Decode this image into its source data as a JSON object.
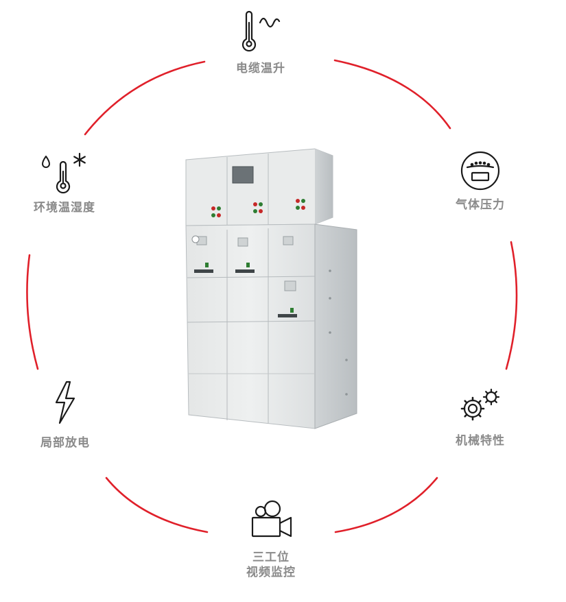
{
  "diagram": {
    "accent_color": "#e0202a",
    "product": "gas-insulated switchgear cabinet",
    "nodes": [
      {
        "id": "cable",
        "label": "电缆温升",
        "icon": "thermometer-wave-icon"
      },
      {
        "id": "gas",
        "label": "气体压力",
        "icon": "pressure-gauge-icon"
      },
      {
        "id": "mech",
        "label": "机械特性",
        "icon": "gears-icon"
      },
      {
        "id": "video",
        "label_line1": "三工位",
        "label_line2": "视频监控",
        "icon": "video-camera-icon"
      },
      {
        "id": "pd",
        "label": "局部放电",
        "icon": "lightning-icon"
      },
      {
        "id": "env",
        "label": "环境温湿度",
        "icon": "thermometer-drop-snow-icon"
      }
    ]
  }
}
